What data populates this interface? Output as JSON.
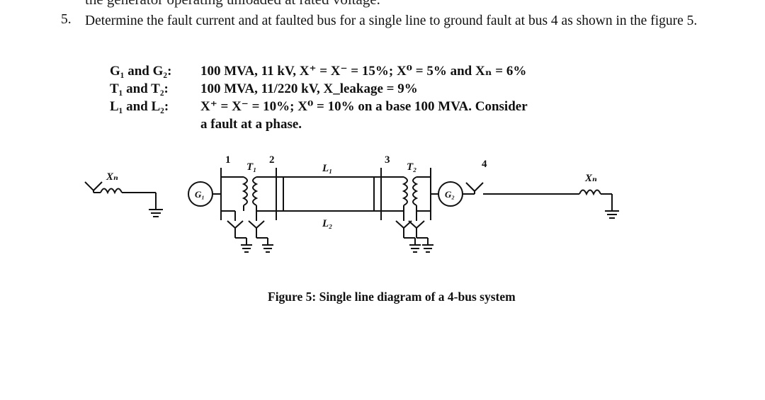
{
  "cut_line": "the generator operating unloaded at rated voltage.",
  "question": {
    "number": "5.",
    "text": "Determine the fault current and at faulted bus for a single line to ground fault at bus 4 as shown in the figure 5."
  },
  "given": [
    {
      "label": "G₁ and G₂:",
      "value": "100 MVA, 11 kV, X⁺ = X⁻ = 15%; X⁰ = 5% and Xₙ = 6%"
    },
    {
      "label": "T₁ and T₂:",
      "value": "100 MVA, 11/220 kV, X_leakage = 9%"
    },
    {
      "label": "L₁ and L₂:",
      "value": "X⁺ = X⁻ = 10%; X⁰ = 10% on a base 100 MVA. Consider"
    },
    {
      "label": "",
      "value": "a fault at a phase."
    }
  ],
  "diagram": {
    "bus_labels": [
      "1",
      "2",
      "3",
      "4"
    ],
    "transformer_labels": [
      "T₁",
      "T₂"
    ],
    "line_labels": [
      "L₁",
      "L₂"
    ],
    "generator_labels": [
      "G₁",
      "G₂"
    ],
    "neutral_reactance_labels": [
      "Xₙ",
      "Xₙ"
    ]
  },
  "caption": "Figure 5: Single line diagram of a 4-bus system"
}
